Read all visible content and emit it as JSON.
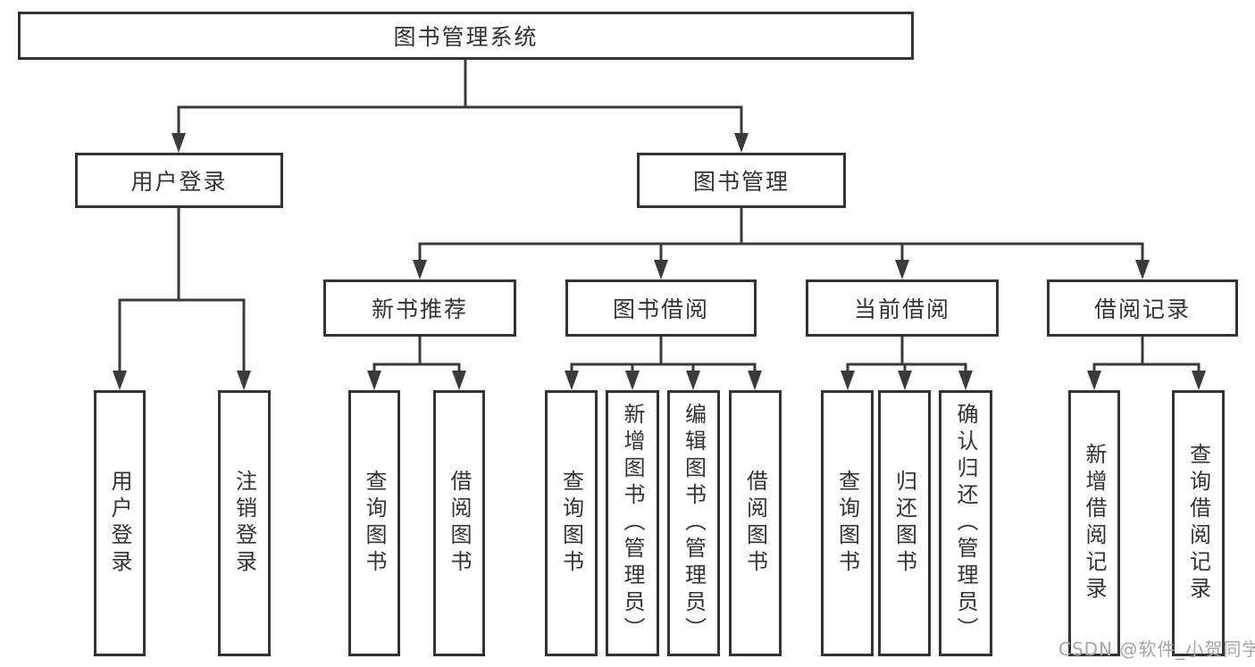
{
  "tree": {
    "root": {
      "label": "图书管理系统"
    },
    "children": [
      {
        "label": "用户登录",
        "children": [
          {
            "label": "用户登录"
          },
          {
            "label": "注销登录"
          }
        ]
      },
      {
        "label": "图书管理",
        "children": [
          {
            "label": "新书推荐",
            "children": [
              {
                "label": "查询图书"
              },
              {
                "label": "借阅图书"
              }
            ]
          },
          {
            "label": "图书借阅",
            "children": [
              {
                "label": "查询图书"
              },
              {
                "label": "新增图书（管理员）"
              },
              {
                "label": "编辑图书（管理员）"
              },
              {
                "label": "借阅图书"
              }
            ]
          },
          {
            "label": "当前借阅",
            "children": [
              {
                "label": "查询图书"
              },
              {
                "label": "归还图书"
              },
              {
                "label": "确认归还（管理员）"
              }
            ]
          },
          {
            "label": "借阅记录",
            "children": [
              {
                "label": "新增借阅记录"
              },
              {
                "label": "查询借阅记录"
              }
            ]
          }
        ]
      }
    ]
  },
  "watermark": {
    "text": "CSDN @软件_小贺同学"
  },
  "colors": {
    "line": "#3a3a3a",
    "box_border": "#333333",
    "text": "#333333",
    "watermark": "#a6a6a6"
  }
}
